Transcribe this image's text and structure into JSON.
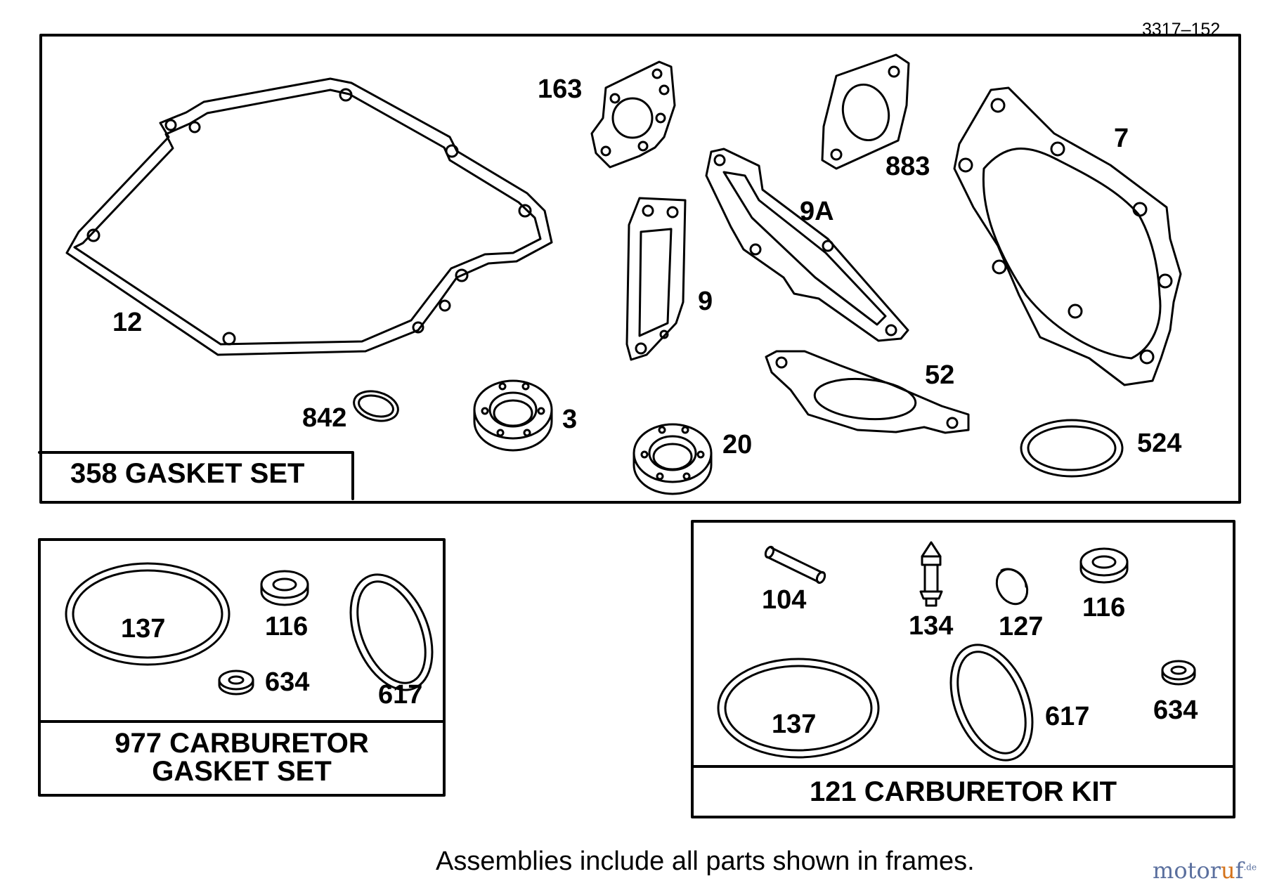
{
  "diagram_id": "3317–152",
  "frames": {
    "gasket_set": {
      "title": "358 GASKET SET"
    },
    "carb_gasket_set": {
      "title_line1": "977 CARBURETOR",
      "title_line2": "GASKET SET"
    },
    "carb_kit": {
      "title": "121 CARBURETOR KIT"
    }
  },
  "callouts": {
    "p12": "12",
    "p163": "163",
    "p883": "883",
    "p7": "7",
    "p9a": "9A",
    "p9": "9",
    "p52": "52",
    "p842": "842",
    "p3": "3",
    "p20": "20",
    "p524": "524",
    "c137": "137",
    "c116": "116",
    "c634": "634",
    "c617": "617",
    "k104": "104",
    "k134": "134",
    "k127": "127",
    "k116": "116",
    "k137": "137",
    "k617": "617",
    "k634": "634"
  },
  "footer": "Assemblies include all parts shown in frames.",
  "watermark": {
    "part1": "motor",
    "accent": "u",
    "part2": "f",
    "suffix": ".de"
  }
}
